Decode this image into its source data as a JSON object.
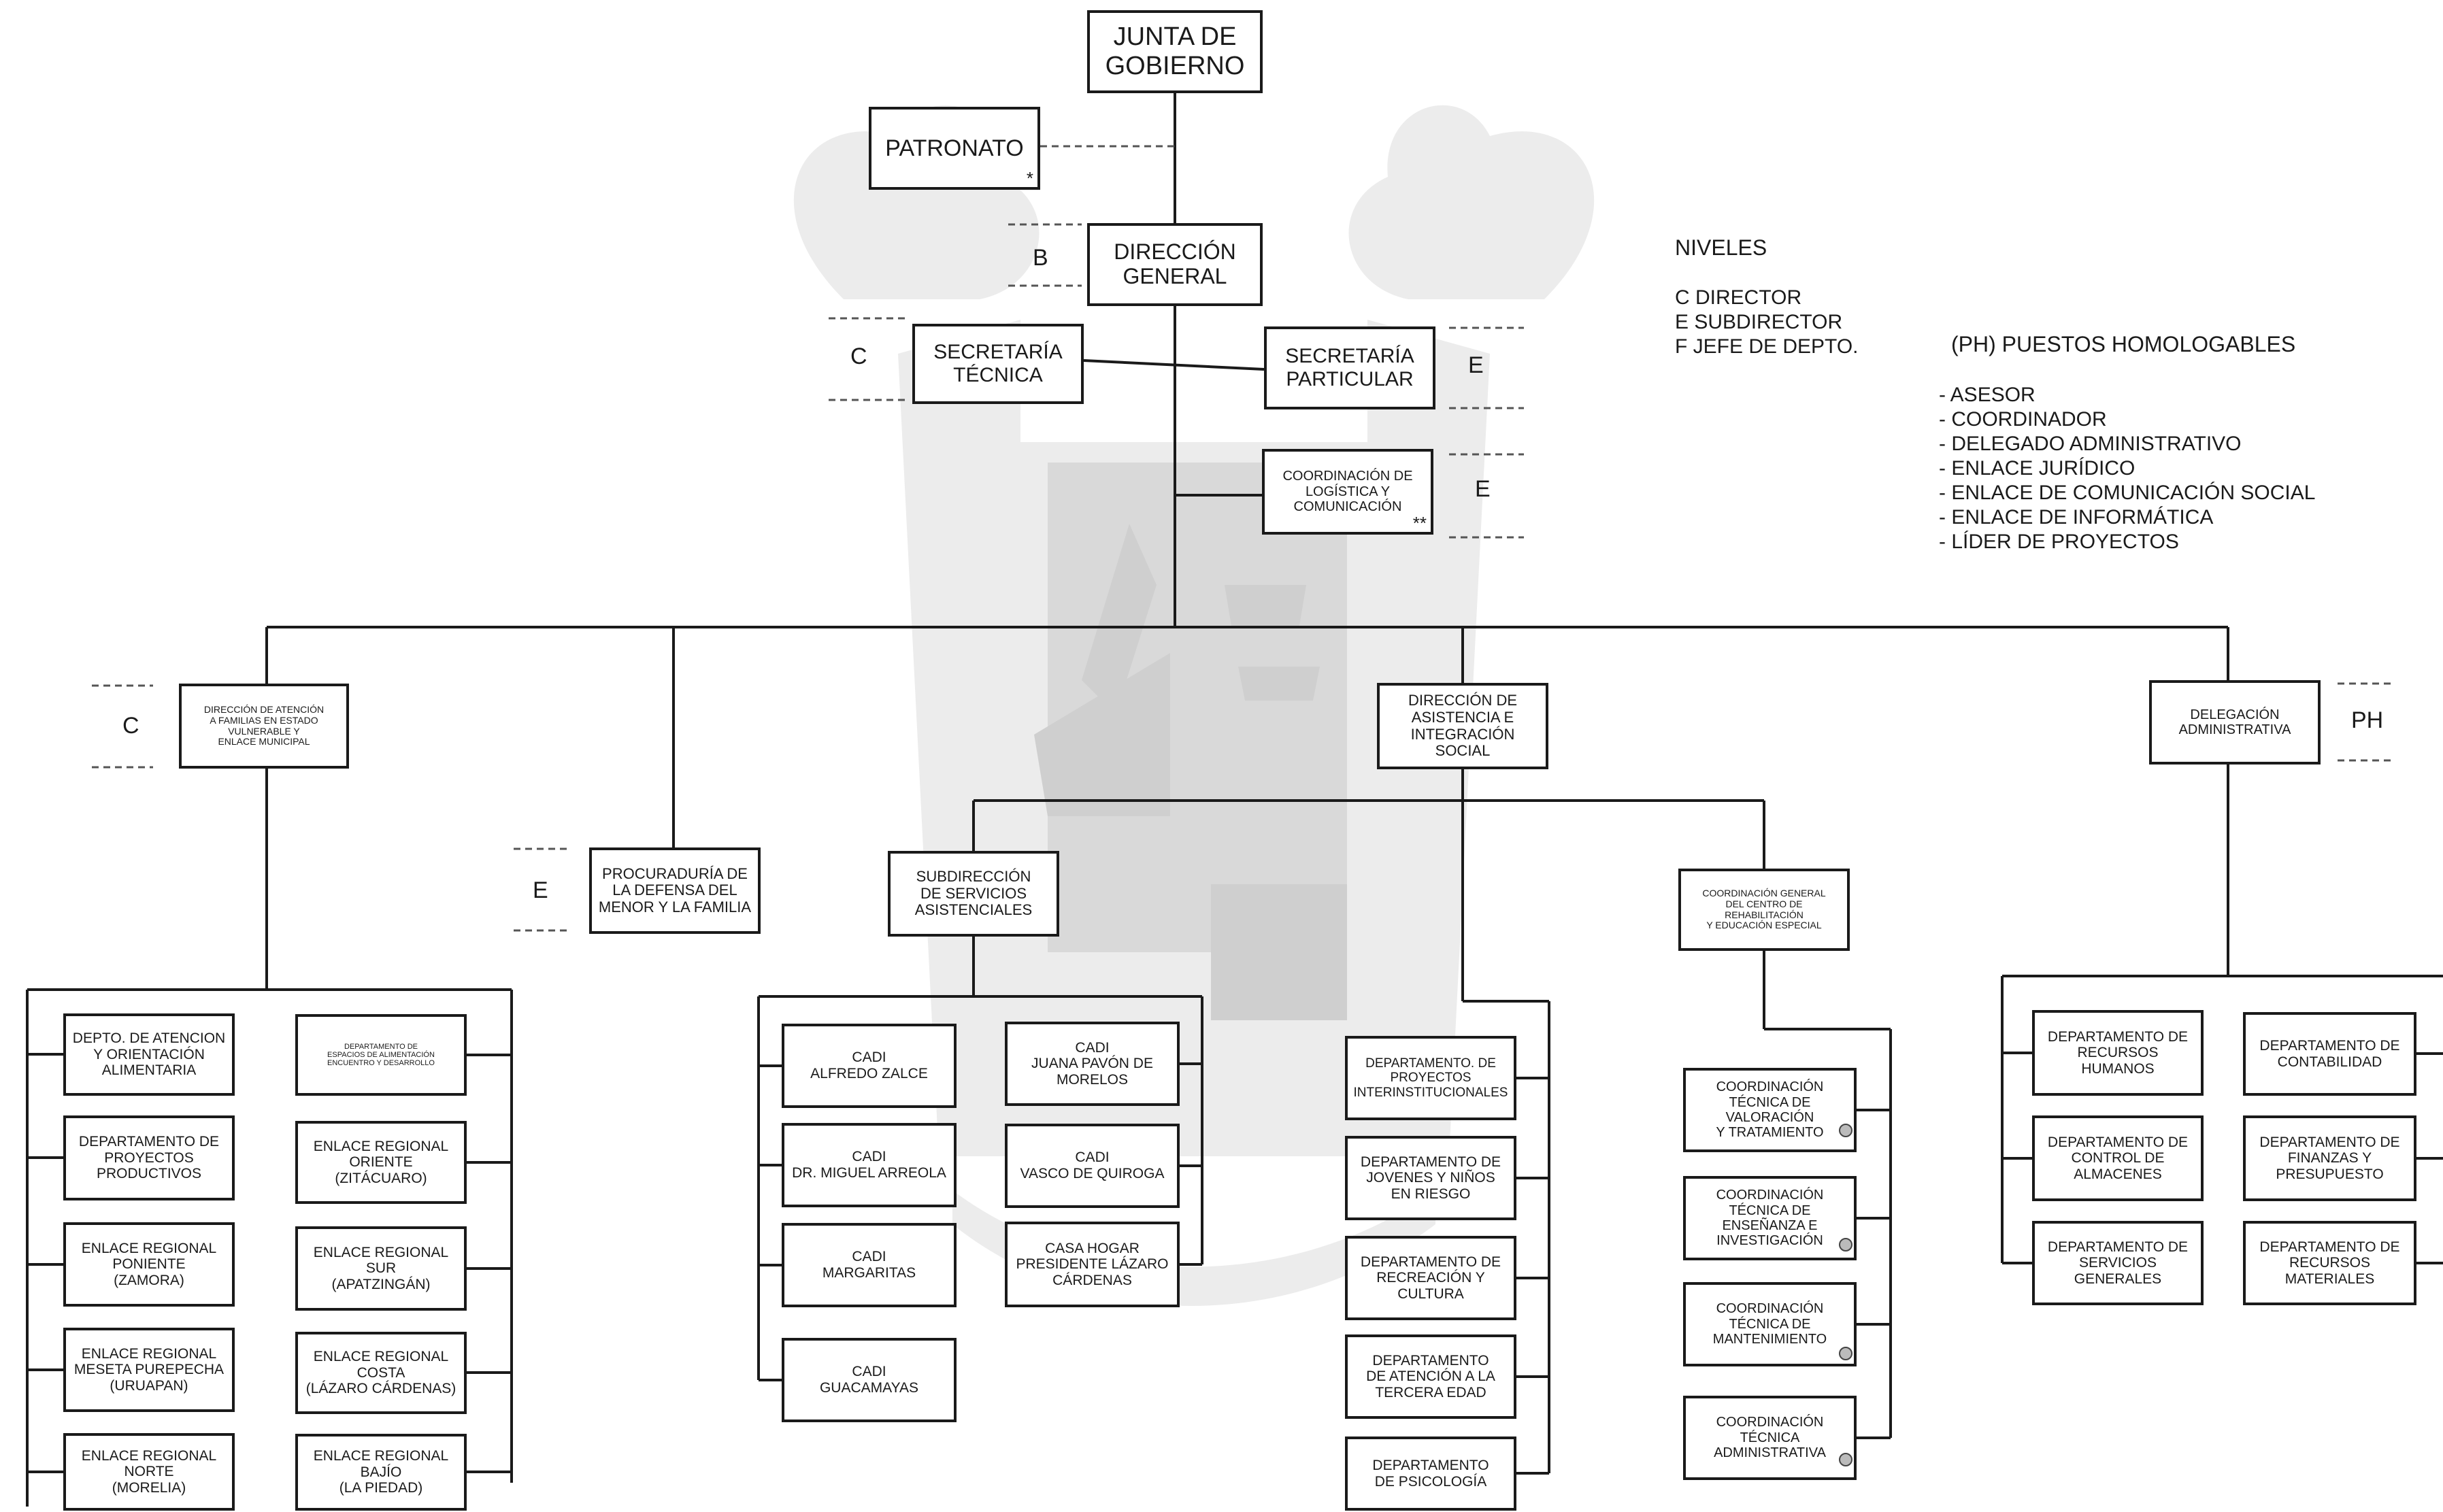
{
  "nodes": {
    "junta": "JUNTA DE\nGOBIERNO",
    "patronato": "PATRONATO",
    "patronato_mark": "*",
    "direccion_general": "DIRECCIÓN\nGENERAL",
    "sec_tecnica": "SECRETARÍA\nTÉCNICA",
    "sec_particular": "SECRETARÍA\nPARTICULAR",
    "coord_logistica": "COORDINACIÓN DE\nLOGÍSTICA Y\nCOMUNICACIÓN",
    "coord_logistica_mark": "**",
    "dir_atencion_familias": "DIRECCIÓN DE ATENCIÓN\nA FAMILIAS EN ESTADO\nVULNERABLE Y\nENLACE MUNICIPAL",
    "procuraduria": "PROCURADURÍA DE\nLA DEFENSA DEL\nMENOR Y LA FAMILIA",
    "dir_asistencia": "DIRECCIÓN DE\nASISTENCIA E\nINTEGRACIÓN SOCIAL",
    "delegacion": "DELEGACIÓN\nADMINISTRATIVA",
    "subdir_servicios": "SUBDIRECCIÓN\nDE SERVICIOS\nASISTENCIALES",
    "coord_general_crie": "COORDINACIÓN GENERAL\nDEL CENTRO DE\nREHABILITACIÓN\nY EDUCACIÓN ESPECIAL",
    "left_col1": [
      "DEPTO. DE ATENCION\nY ORIENTACIÓN\nALIMENTARIA",
      "DEPARTAMENTO DE\nPROYECTOS\nPRODUCTIVOS",
      "ENLACE REGIONAL\nPONIENTE\n(ZAMORA)",
      "ENLACE REGIONAL\nMESETA PUREPECHA\n(URUAPAN)",
      "ENLACE REGIONAL\nNORTE\n(MORELIA)"
    ],
    "left_col2": [
      "DEPARTAMENTO DE\nESPACIOS DE ALIMENTACIÓN\nENCUENTRO Y DESARROLLO",
      "ENLACE REGIONAL\nORIENTE\n(ZITÁCUARO)",
      "ENLACE REGIONAL\nSUR\n(APATZINGÁN)",
      "ENLACE REGIONAL\nCOSTA\n(LÁZARO CÁRDENAS)",
      "ENLACE REGIONAL\nBAJÍO\n(LA PIEDAD)"
    ],
    "cadi_col1": [
      "CADI\nALFREDO ZALCE",
      "CADI\nDR. MIGUEL ARREOLA",
      "CADI\nMARGARITAS",
      "CADI\nGUACAMAYAS"
    ],
    "cadi_col2": [
      "CADI\nJUANA PAVÓN DE\nMORELOS",
      "CADI\nVASCO DE QUIROGA",
      "CASA HOGAR\nPRESIDENTE LÁZARO\nCÁRDENAS"
    ],
    "asistencia_depts": [
      "DEPARTAMENTO. DE\nPROYECTOS\nINTERINSTITUCIONALES",
      "DEPARTAMENTO DE\nJOVENES Y NIÑOS\nEN RIESGO",
      "DEPARTAMENTO DE\nRECREACIÓN Y\nCULTURA",
      "DEPARTAMENTO\nDE ATENCIÓN A LA\nTERCERA EDAD",
      "DEPARTAMENTO\nDE PSICOLOGÍA"
    ],
    "crie_coords": [
      "COORDINACIÓN\nTÉCNICA DE\nVALORACIÓN\nY TRATAMIENTO",
      "COORDINACIÓN\nTÉCNICA DE\nENSEÑANZA E\nINVESTIGACIÓN",
      "COORDINACIÓN\nTÉCNICA DE\nMANTENIMIENTO",
      "COORDINACIÓN\nTÉCNICA\nADMINISTRATIVA"
    ],
    "admin_col1": [
      "DEPARTAMENTO DE\nRECURSOS\nHUMANOS",
      "DEPARTAMENTO DE\nCONTROL DE\nALMACENES",
      "DEPARTAMENTO DE\nSERVICIOS\nGENERALES"
    ],
    "admin_col2": [
      "DEPARTAMENTO DE\nCONTABILIDAD",
      "DEPARTAMENTO DE\nFINANZAS Y\nPRESUPUESTO",
      "DEPARTAMENTO DE\nRECURSOS\nMATERIALES"
    ]
  },
  "levels": {
    "dg": "B",
    "sec_tecnica": "C",
    "sec_particular": "E",
    "coord_logistica": "E",
    "dir_atencion_familias": "C",
    "procuraduria": "E",
    "delegacion": "PH"
  },
  "legend": {
    "niveles_title": "NIVELES",
    "niveles_items": [
      "C  DIRECTOR",
      "E  SUBDIRECTOR",
      "F  JEFE DE DEPTO."
    ],
    "ph_title": "(PH) PUESTOS HOMOLOGABLES",
    "ph_items": [
      "- ASESOR",
      "- COORDINADOR",
      "- DELEGADO ADMINISTRATIVO",
      "- ENLACE JURÍDICO",
      "- ENLACE DE COMUNICACIÓN SOCIAL",
      "- ENLACE DE INFORMÁTICA",
      "- LÍDER DE PROYECTOS"
    ]
  }
}
